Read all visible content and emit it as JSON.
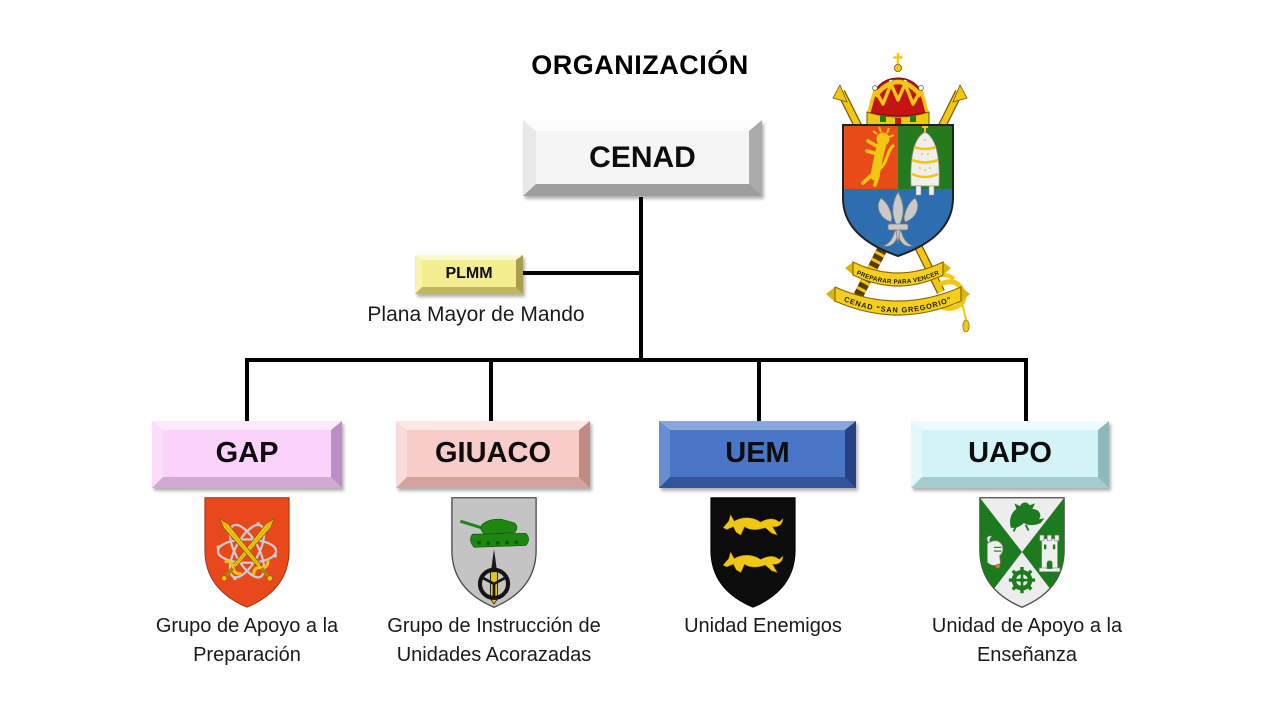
{
  "title": "ORGANIZACIÓN",
  "root": {
    "label": "CENAD"
  },
  "staff": {
    "label": "PLMM",
    "caption": "Plana Mayor de Mando"
  },
  "emblem": {
    "motto": "PREPARAR PARA VENCER",
    "name": "CENAD “SAN GREGORIO”"
  },
  "units": [
    {
      "label": "GAP",
      "name": "Grupo de Apoyo a la Preparación",
      "box_color": "#FAD2FA"
    },
    {
      "label": "GIUACO",
      "name": "Grupo de Instrucción de Unidades Acorazadas",
      "box_color": "#F8CDC9"
    },
    {
      "label": "UEM",
      "name": "Unidad Enemigos",
      "box_color": "#4A76C8"
    },
    {
      "label": "UAPO",
      "name": "Unidad de Apoyo a la Enseñanza",
      "box_color": "#D3F4F6"
    }
  ],
  "colors": {
    "cenad_box": "#F5F5F5",
    "plmm_box": "#F5EE90",
    "connector": "#000000"
  }
}
